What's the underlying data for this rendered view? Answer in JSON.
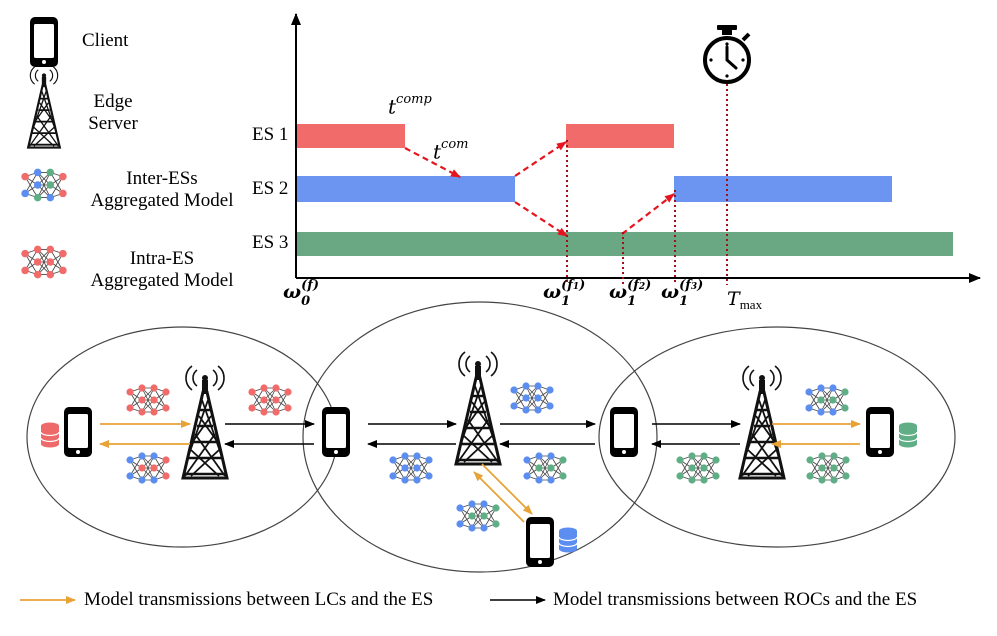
{
  "legend_top": {
    "client": "Client",
    "edge_server": [
      "Edge",
      "Server"
    ],
    "inter_es": [
      "Inter-ESs",
      "Aggregated Model"
    ],
    "intra_es": [
      "Intra-ES",
      "Aggregated Model"
    ]
  },
  "timeline": {
    "rows": [
      "ES 1",
      "ES 2",
      "ES 3"
    ],
    "t_comp": "comp",
    "t_com": "com",
    "t_sym": "t",
    "omega": "ω",
    "omega0_sub": "0",
    "omega0_sup": "(f)",
    "omega1_sub": "1",
    "omega1_sups": [
      "(f",
      "(f",
      "(f"
    ],
    "f_subs": [
      "1",
      "2",
      "3"
    ],
    "tmax_T": "T",
    "tmax_sub": "max"
  },
  "legend_bottom": {
    "orange": "Model transmissions between LCs and the ES",
    "black": "Model transmissions between ROCs and the ES"
  },
  "colors": {
    "es1": "#f26b6b",
    "es2": "#6c95f2",
    "es3": "#6aa883",
    "arrow_red": "#e6141e",
    "orange": "#e8a236",
    "node_red": "#f26b6b",
    "node_blue": "#5b8ef0",
    "node_green": "#5fae86",
    "db_red": "#ee6a6a",
    "db_blue": "#5b8ef0",
    "db_green": "#5fae86"
  }
}
